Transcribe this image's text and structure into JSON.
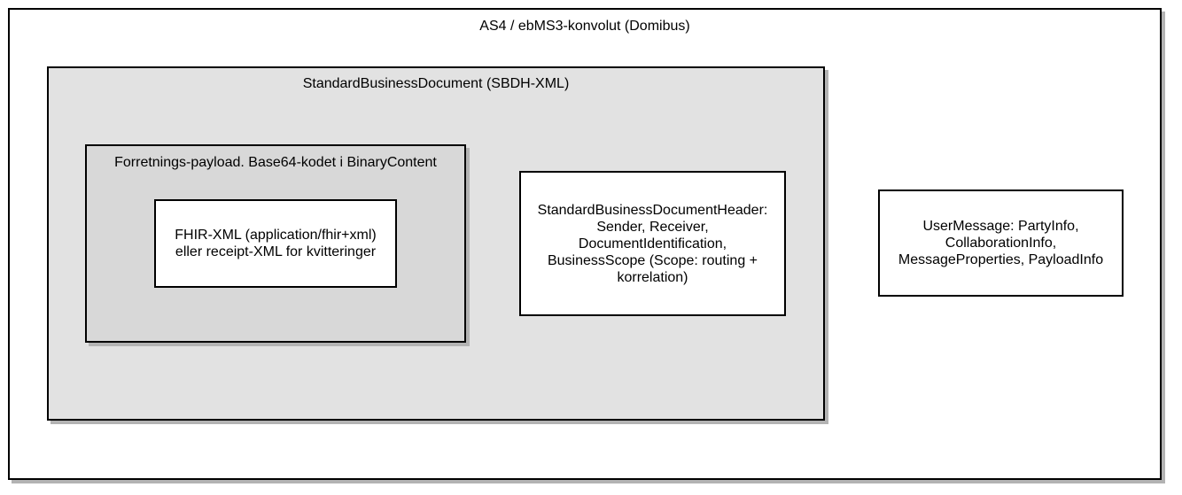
{
  "diagram": {
    "outer": {
      "title": "AS4 / ebMS3-konvolut (Domibus)"
    },
    "sbd": {
      "title": "StandardBusinessDocument (SBDH-XML)"
    },
    "payload": {
      "title": "Forretnings-payload. Base64-kodet i BinaryContent"
    },
    "fhir": {
      "text": "FHIR-XML (application/fhir+xml)\neller receipt-XML for kvitteringer"
    },
    "sbdh": {
      "text": "StandardBusinessDocumentHeader:\nSender, Receiver,\nDocumentIdentification,\nBusinessScope (Scope: routing +\nkorrelation)"
    },
    "usermessage": {
      "text": "UserMessage: PartyInfo,\nCollaborationInfo,\nMessageProperties, PayloadInfo"
    }
  }
}
